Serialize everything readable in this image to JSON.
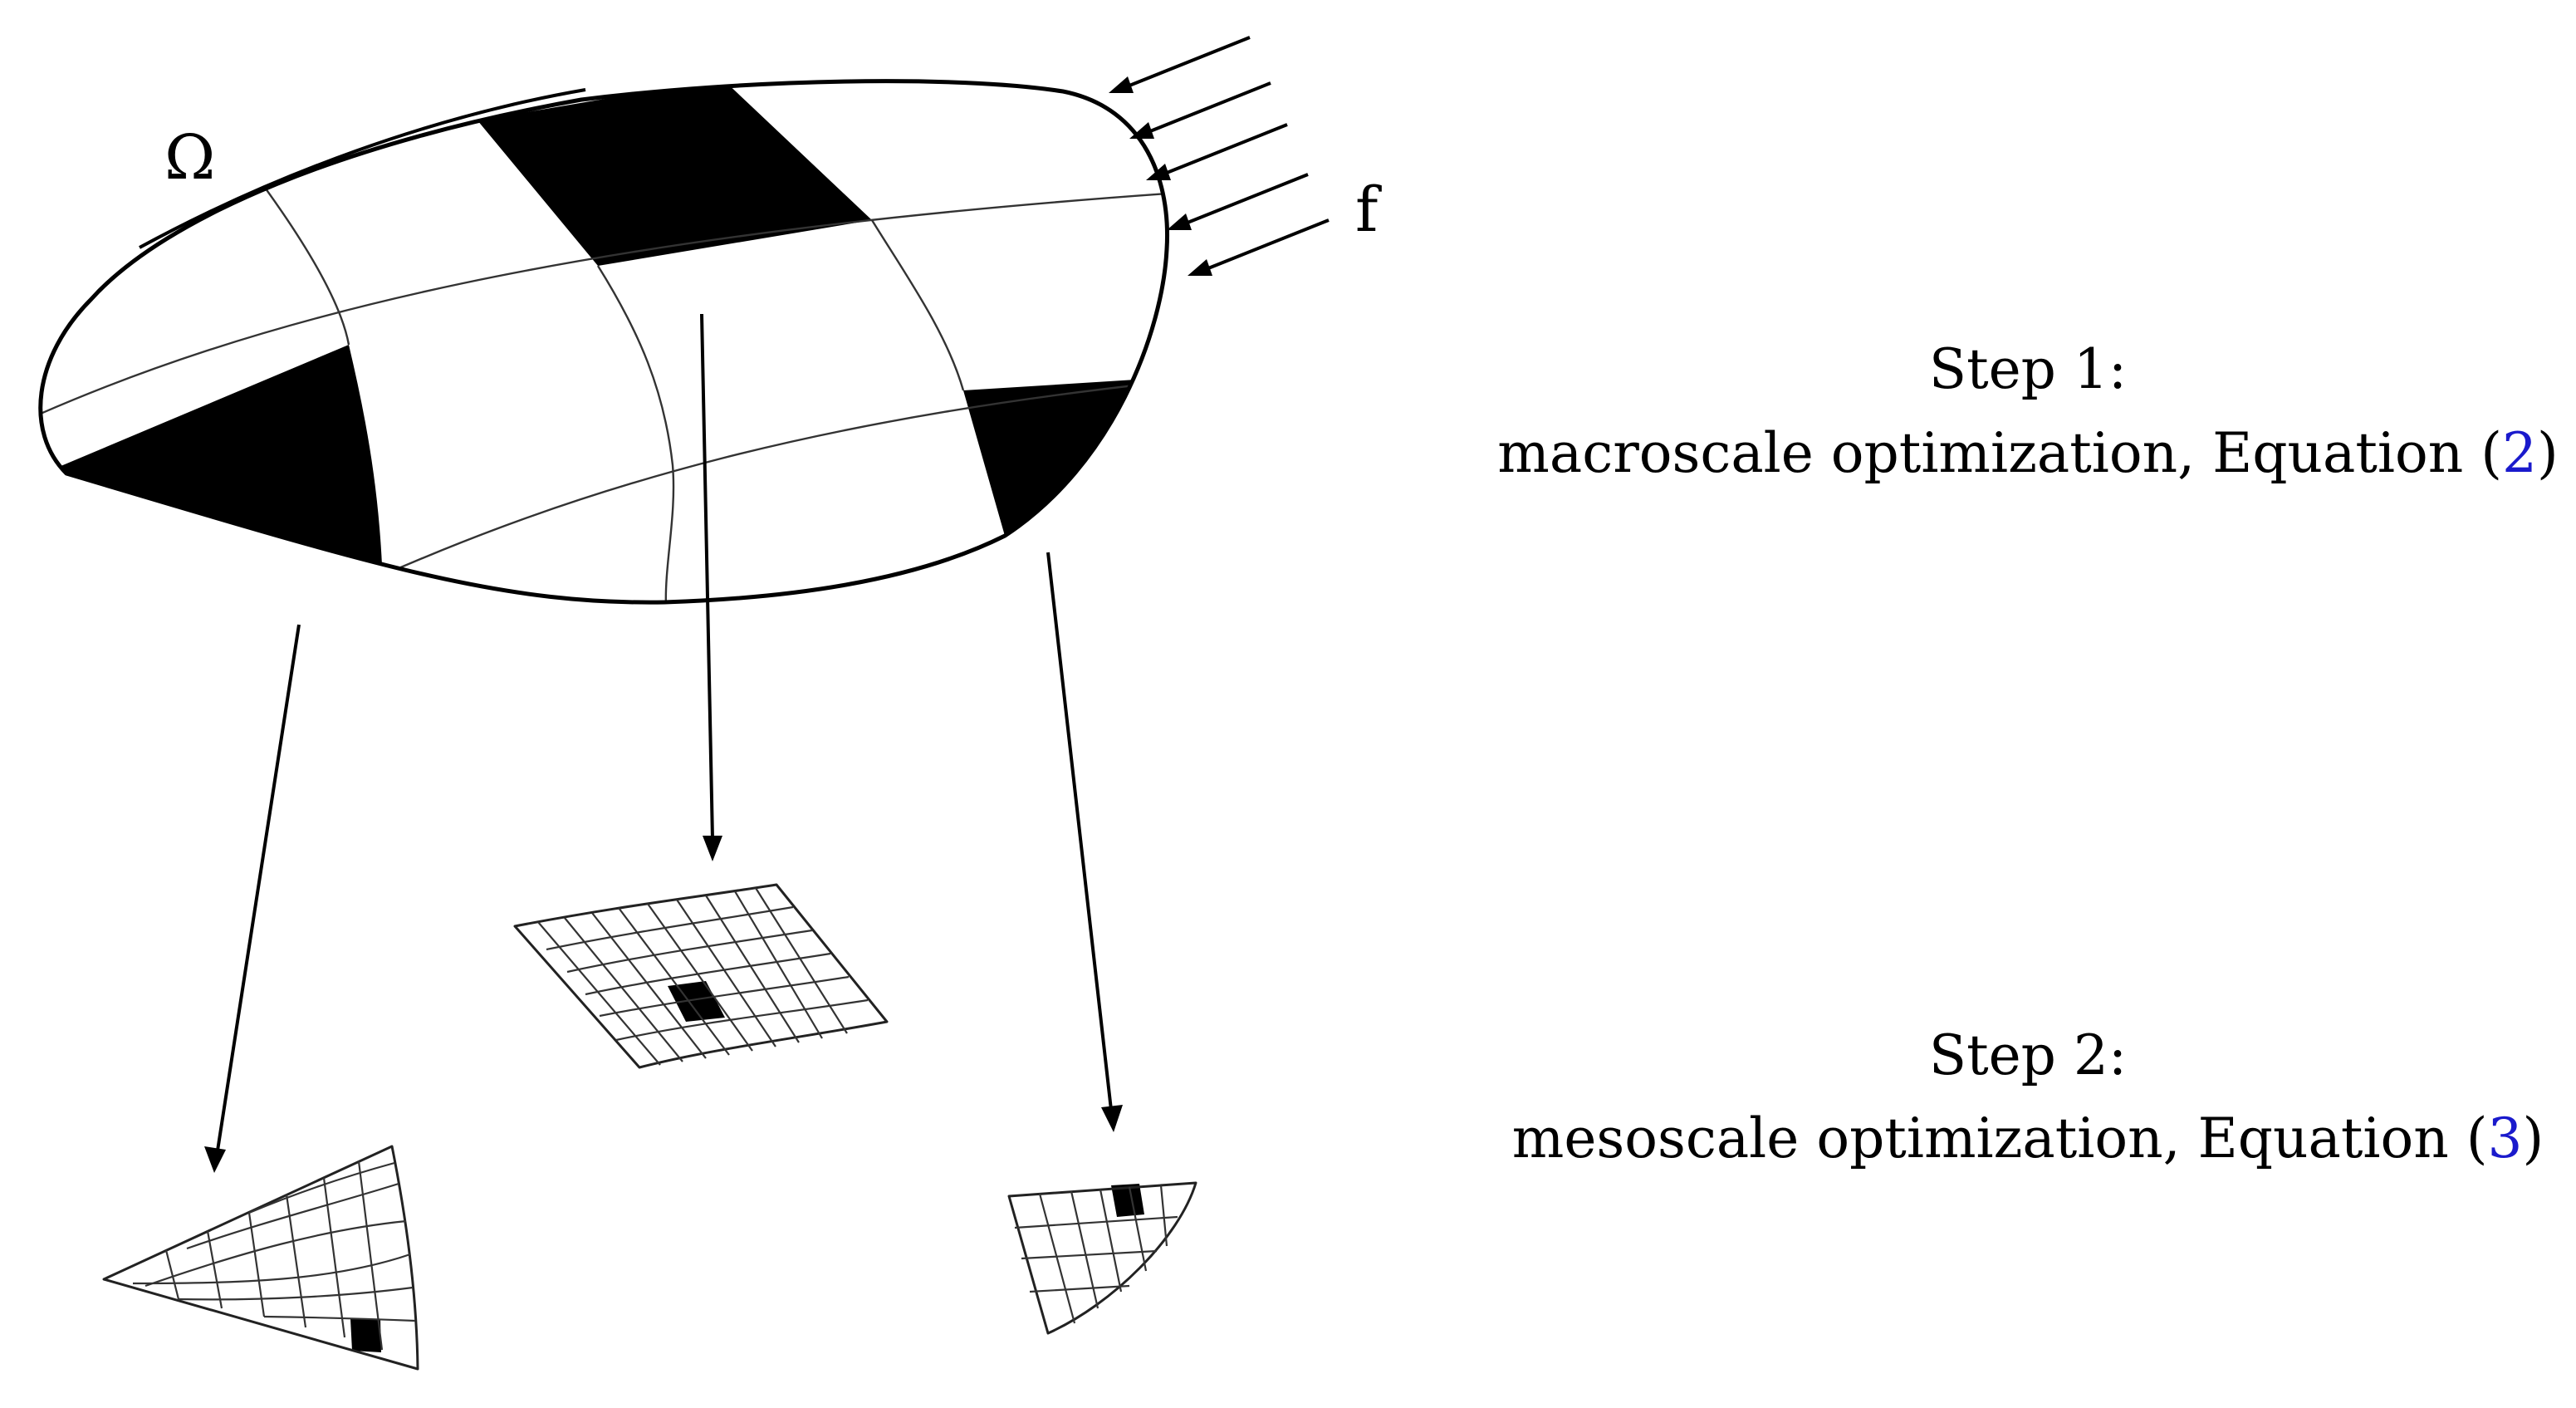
{
  "symbols": {
    "domain": "Ω",
    "force": "f"
  },
  "steps": [
    {
      "title": "Step 1:",
      "text": "macroscale optimization, Equation (",
      "ref": "2",
      "close": ")"
    },
    {
      "title": "Step 2:",
      "text": "mesoscale optimization, Equation (",
      "ref": "3",
      "close": ")"
    }
  ],
  "colors": {
    "ink": "#000000",
    "reference": "#1a1acc",
    "background": "#ffffff"
  }
}
